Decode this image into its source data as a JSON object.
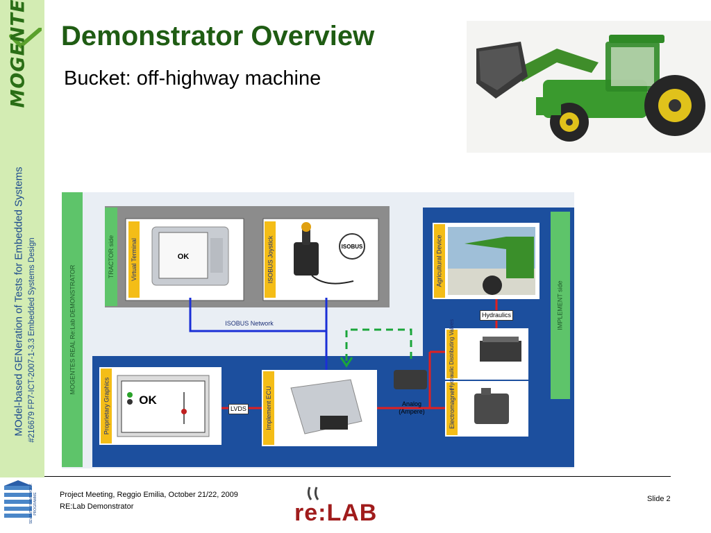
{
  "sidebar": {
    "logo_text": "MOGENTES",
    "line1": "MOdel-based GENeration of Tests for Embedded Systems",
    "line2": "#216679 FP7-ICT-2007-1-3.3 Embedded Systems Design"
  },
  "slide": {
    "title": "Demonstrator Overview",
    "subtitle": "Bucket: off-highway machine"
  },
  "diagram": {
    "demonstrator_label": "MOGENTES REAL Re:Lab DEMONSTRATOR",
    "tractor_side": "TRACTOR side",
    "implement_side": "IMPLEMENT side",
    "virtual_terminal": "Virtual Terminal",
    "isobus_joystick": "ISOBUS Joystick",
    "isobus_logo": "ISOBUS",
    "isobus_network": "ISOBUS Network",
    "agricultural_device": "Agricultural Device",
    "hydraulics": "Hydraulics",
    "hydraulic_valves": "Hydraulic Distributing Valves",
    "electromagnet": "Electromagnet",
    "proprietary_graphics": "Proprietary Graphics",
    "implement_ecu": "Implement ECU",
    "lvds": "LVDS",
    "analog": "Analog",
    "ampere": "(Ampere)",
    "ok_label": "OK"
  },
  "footer": {
    "meeting": "Project Meeting, Reggio Emilia, October 21/22, 2009",
    "demonstrator": "RE:Lab Demonstrator",
    "slide_number": "Slide 2",
    "fp7_text": "SEVENTH FRAMEWORK PROGRAMME",
    "relab_logo": "re:LAB"
  },
  "colors": {
    "title_green": "#1f5c13",
    "band_green": "#d3ecb3",
    "diagram_blue": "#1c4f9e",
    "diagram_green": "#5ec46a",
    "label_yellow": "#f4bd17",
    "gray_box": "#8c8c8c"
  }
}
